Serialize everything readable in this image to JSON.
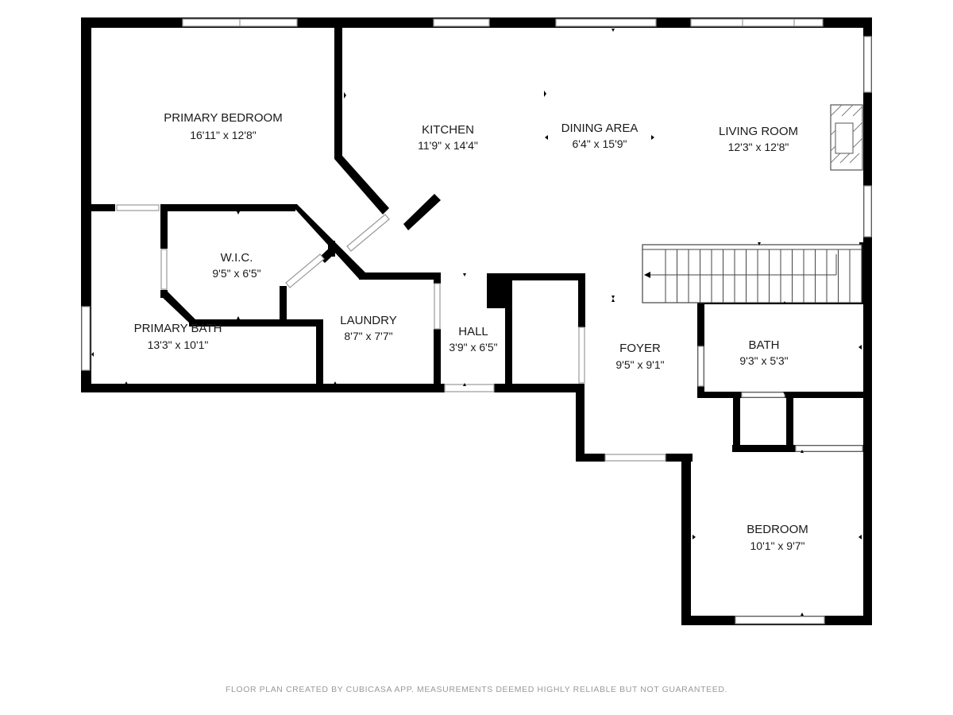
{
  "rooms": {
    "primary_bedroom": {
      "name": "PRIMARY BEDROOM",
      "dimensions": "16'11\" x 12'8\""
    },
    "kitchen": {
      "name": "KITCHEN",
      "dimensions": "11'9\" x 14'4\""
    },
    "dining_area": {
      "name": "DINING AREA",
      "dimensions": "6'4\" x 15'9\""
    },
    "living_room": {
      "name": "LIVING ROOM",
      "dimensions": "12'3\" x 12'8\""
    },
    "wic": {
      "name": "W.I.C.",
      "dimensions": "9'5\" x 6'5\""
    },
    "primary_bath": {
      "name": "PRIMARY BATH",
      "dimensions": "13'3\" x 10'1\""
    },
    "laundry": {
      "name": "LAUNDRY",
      "dimensions": "8'7\" x 7'7\""
    },
    "hall": {
      "name": "HALL",
      "dimensions": "3'9\" x 6'5\""
    },
    "foyer": {
      "name": "FOYER",
      "dimensions": "9'5\" x 9'1\""
    },
    "bath": {
      "name": "BATH",
      "dimensions": "9'3\" x 5'3\""
    },
    "bedroom": {
      "name": "BEDROOM",
      "dimensions": "10'1\" x 9'7\""
    }
  },
  "footer": {
    "text": "FLOOR PLAN CREATED BY CUBICASA APP. MEASUREMENTS DEEMED HIGHLY RELIABLE BUT NOT GUARANTEED."
  },
  "colors": {
    "wall": "#000000",
    "background": "#ffffff",
    "footer_text": "#9a9a9a"
  }
}
